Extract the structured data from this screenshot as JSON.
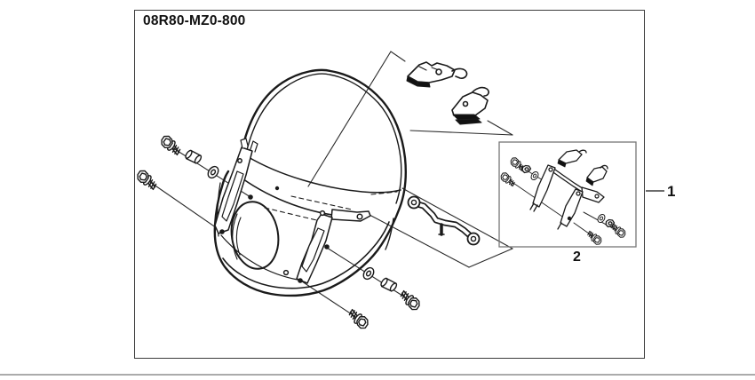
{
  "diagram": {
    "title": "08R80-MZ0-800",
    "callout_1": "1",
    "callout_2": "2",
    "colors": {
      "line": "#1a1a1a",
      "frame_border": "#3c3c3c",
      "inset_border": "#777777",
      "divider": "#ababab",
      "background": "#ffffff"
    }
  }
}
